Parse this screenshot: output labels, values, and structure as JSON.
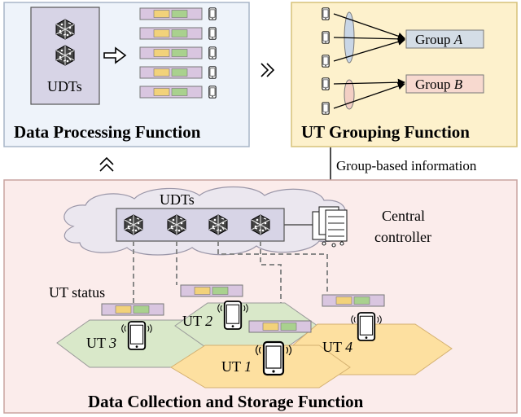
{
  "panels": {
    "data_processing": {
      "title": "Data Processing Function",
      "udts_label": "UDTs",
      "fill": "#eef3fa",
      "border": "#a9b6c8"
    },
    "ut_grouping": {
      "title": "UT Grouping Function",
      "fill": "#fdf1cc",
      "border": "#d7c27a",
      "groups": [
        {
          "prefix": "Group ",
          "id": "A",
          "fill": "#d4dde6"
        },
        {
          "prefix": "Group ",
          "id": "B",
          "fill": "#f7d9cf"
        }
      ]
    },
    "data_collection": {
      "title": "Data Collection and Storage Function",
      "fill": "#fbeceb",
      "border": "#c9a4a0",
      "cloud_label": "UDTs",
      "controller_label_line1": "Central",
      "controller_label_line2": "controller",
      "ut_status_label": "UT status",
      "uts": [
        {
          "prefix": "UT ",
          "num": "1",
          "cell_fill": "#fde0a0"
        },
        {
          "prefix": "UT ",
          "num": "2",
          "cell_fill": "#d9e8c9"
        },
        {
          "prefix": "UT ",
          "num": "3",
          "cell_fill": "#d9e8c9"
        },
        {
          "prefix": "UT ",
          "num": "4",
          "cell_fill": "#fde0a0"
        }
      ]
    }
  },
  "connector_label": "Group-based information",
  "status_bar_colors": [
    "#d9c6e0",
    "#f2d27a",
    "#a9d18e",
    "#d9c6e0"
  ],
  "icons": [
    "udt-cube-icon",
    "smartphone-icon",
    "server-icon",
    "double-arrow-icon",
    "cloud-icon",
    "hollow-arrow-icon"
  ]
}
